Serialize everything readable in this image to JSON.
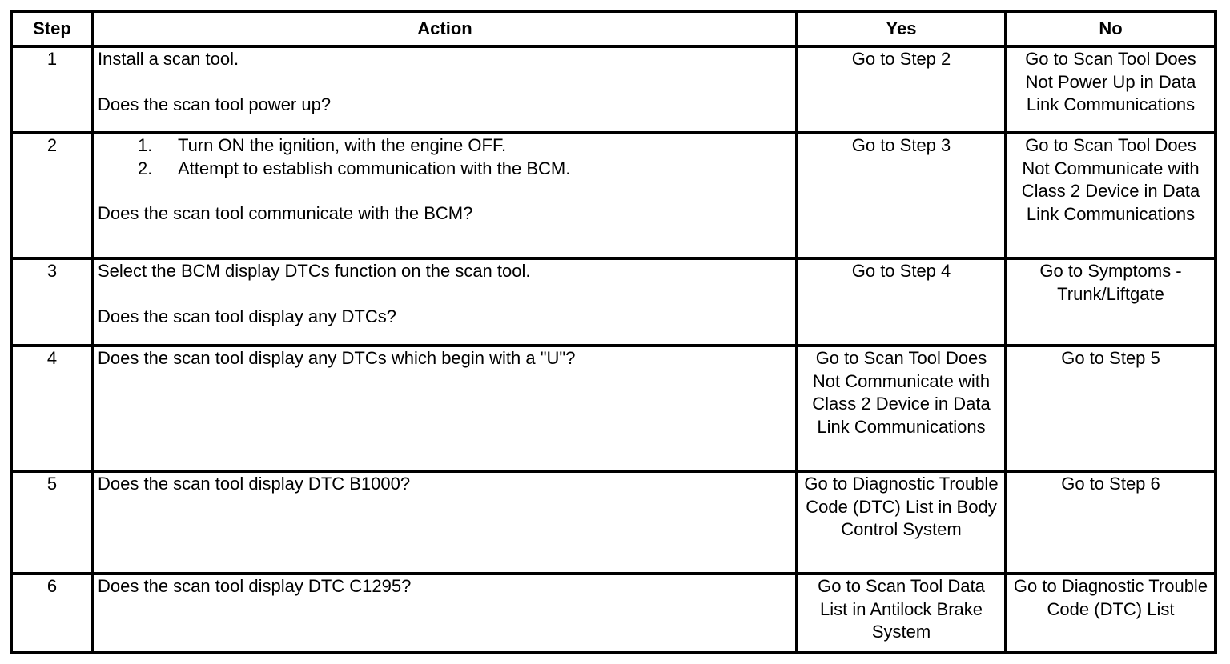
{
  "headers": {
    "step": "Step",
    "action": "Action",
    "yes": "Yes",
    "no": "No"
  },
  "rows": [
    {
      "step": "1",
      "action_lines": [
        "Install a scan tool."
      ],
      "question": "Does the scan tool power up?",
      "yes": "Go to Step 2",
      "no": "Go to Scan Tool Does Not Power Up in Data Link Communications"
    },
    {
      "step": "2",
      "list_items": [
        {
          "num": "1.",
          "text": "Turn ON the ignition, with the engine OFF."
        },
        {
          "num": "2.",
          "text": "Attempt to establish communication with the BCM."
        }
      ],
      "question": "Does the scan tool communicate with the BCM?",
      "yes": "Go to Step 3",
      "no": "Go to Scan Tool Does Not Communicate with Class 2 Device in Data Link Communications"
    },
    {
      "step": "3",
      "action_lines": [
        "Select the BCM display DTCs function on the scan tool."
      ],
      "question": "Does the scan tool display any DTCs?",
      "yes": "Go to Step 4",
      "no": "Go to Symptoms - Trunk/Liftgate"
    },
    {
      "step": "4",
      "question": "Does the scan tool display any DTCs which begin with a \"U\"?",
      "yes": "Go to Scan Tool Does Not Communicate with Class 2 Device in Data Link Communications",
      "no": "Go to Step 5"
    },
    {
      "step": "5",
      "question": "Does the scan tool display DTC B1000?",
      "yes": "Go to Diagnostic Trouble Code (DTC) List in Body Control System",
      "no": "Go to Step 6"
    },
    {
      "step": "6",
      "question": "Does the scan tool display DTC C1295?",
      "yes": "Go to Scan Tool Data List in Antilock Brake System",
      "no": "Go to Diagnostic Trouble Code (DTC) List"
    }
  ]
}
